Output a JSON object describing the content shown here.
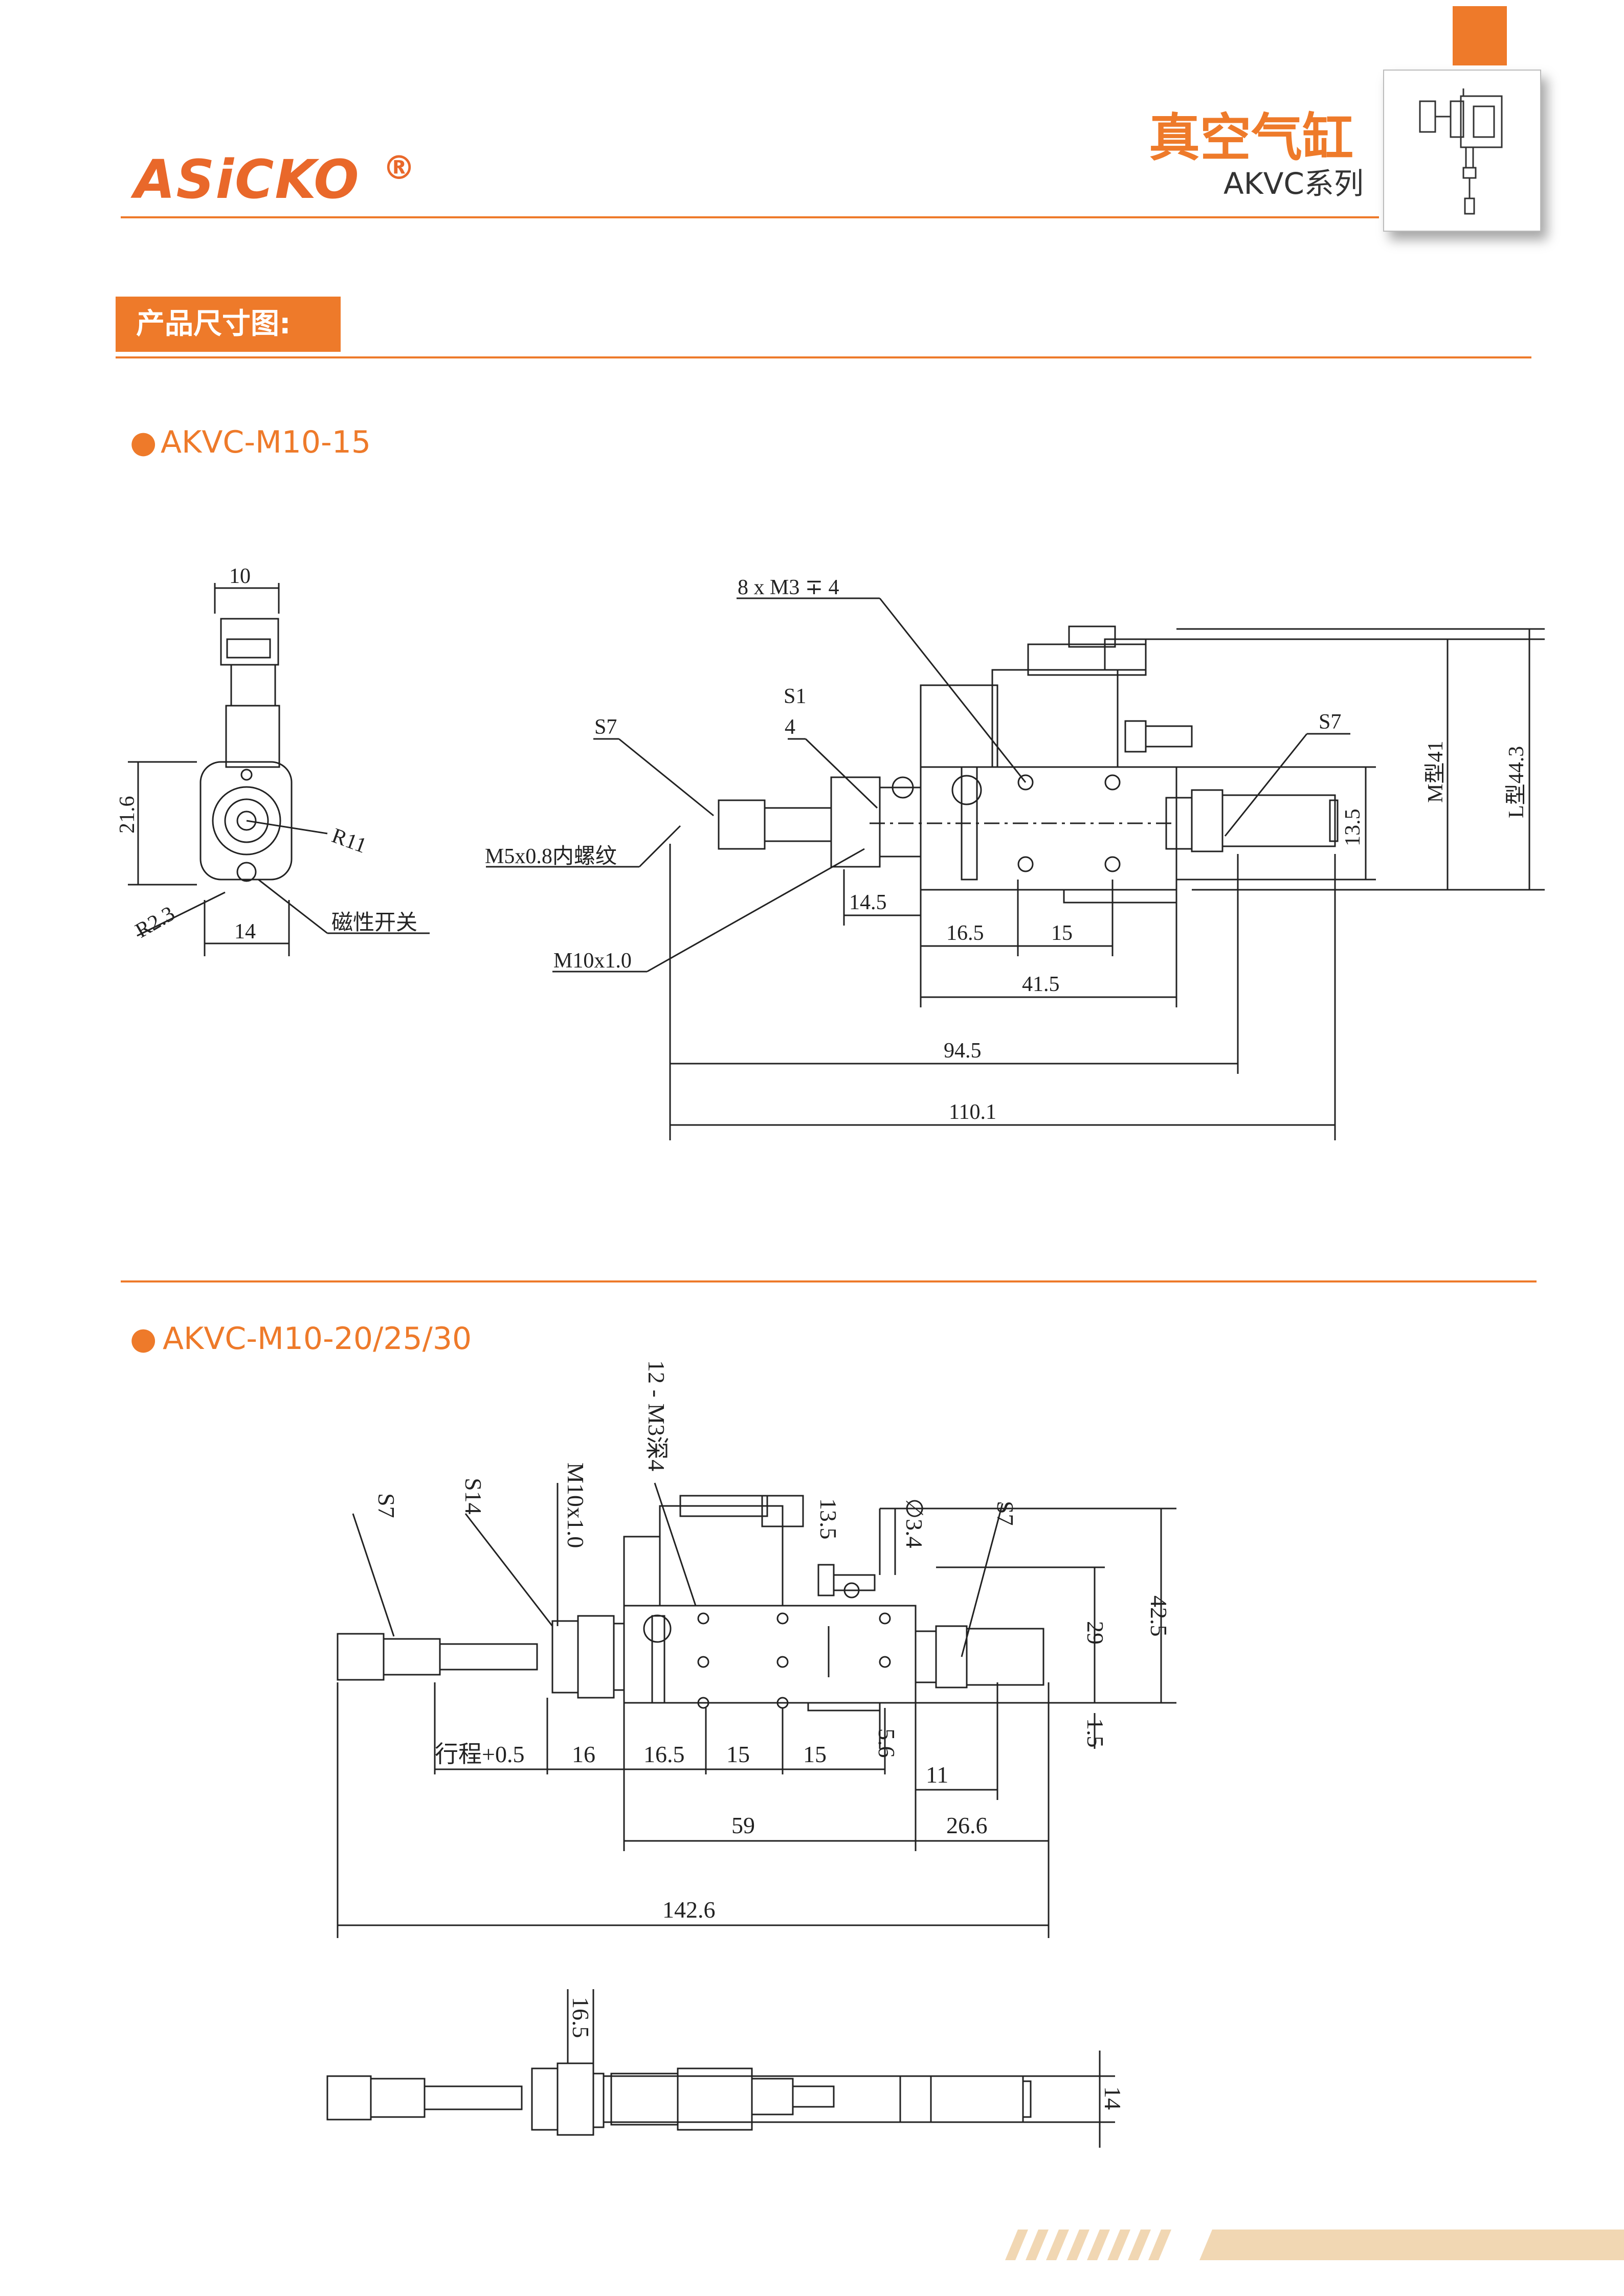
{
  "header": {
    "logo": "ASiCKO",
    "registered_mark": "®",
    "title": "真空气缸",
    "series": "AKVC系列"
  },
  "section": {
    "label": "产品尺寸图:"
  },
  "model1": {
    "name": "AKVC-M10-15",
    "dims": {
      "width_top": "10",
      "height_left": "21.6",
      "radius": "R11",
      "radius_small": "R2.3",
      "width_bottom": "14",
      "magnet_switch": "磁性开关",
      "mount_holes": "8 x M3 ∓ 4",
      "s1": "S1",
      "s1_sub": "4",
      "s7_left": "S7",
      "s7_right": "S7",
      "m5_thread": "M5x0.8内螺纹",
      "d14_5": "14.5",
      "d16_5": "16.5",
      "d15": "15",
      "d41_5": "41.5",
      "m10": "M10x1.0",
      "d94_5": "94.5",
      "d110_1": "110.1",
      "d13_5": "13.5",
      "m_type": "M型41",
      "l_type": "L型44.3"
    }
  },
  "model2": {
    "name": "AKVC-M10-20/25/30",
    "dims": {
      "s7_left": "S7",
      "s14": "S14",
      "m10": "M10x1.0",
      "holes": "12 - M3深4",
      "d13_5": "13.5",
      "phi3_4": "∅3.4",
      "s7_right": "S7",
      "d42_5": "42.5",
      "d29": "29",
      "d1_5": "1.5",
      "stroke": "行程+0.5",
      "d16": "16",
      "d16_5": "16.5",
      "d15a": "15",
      "d15b": "15",
      "d5_6": "5.6",
      "d11": "11",
      "d59": "59",
      "d26_6": "26.6",
      "d142_6": "142.6",
      "d16_5_top": "16.5",
      "d14": "14"
    }
  },
  "colors": {
    "accent": "#ee7a2a",
    "footer_stripes": "#f1d7b3"
  }
}
